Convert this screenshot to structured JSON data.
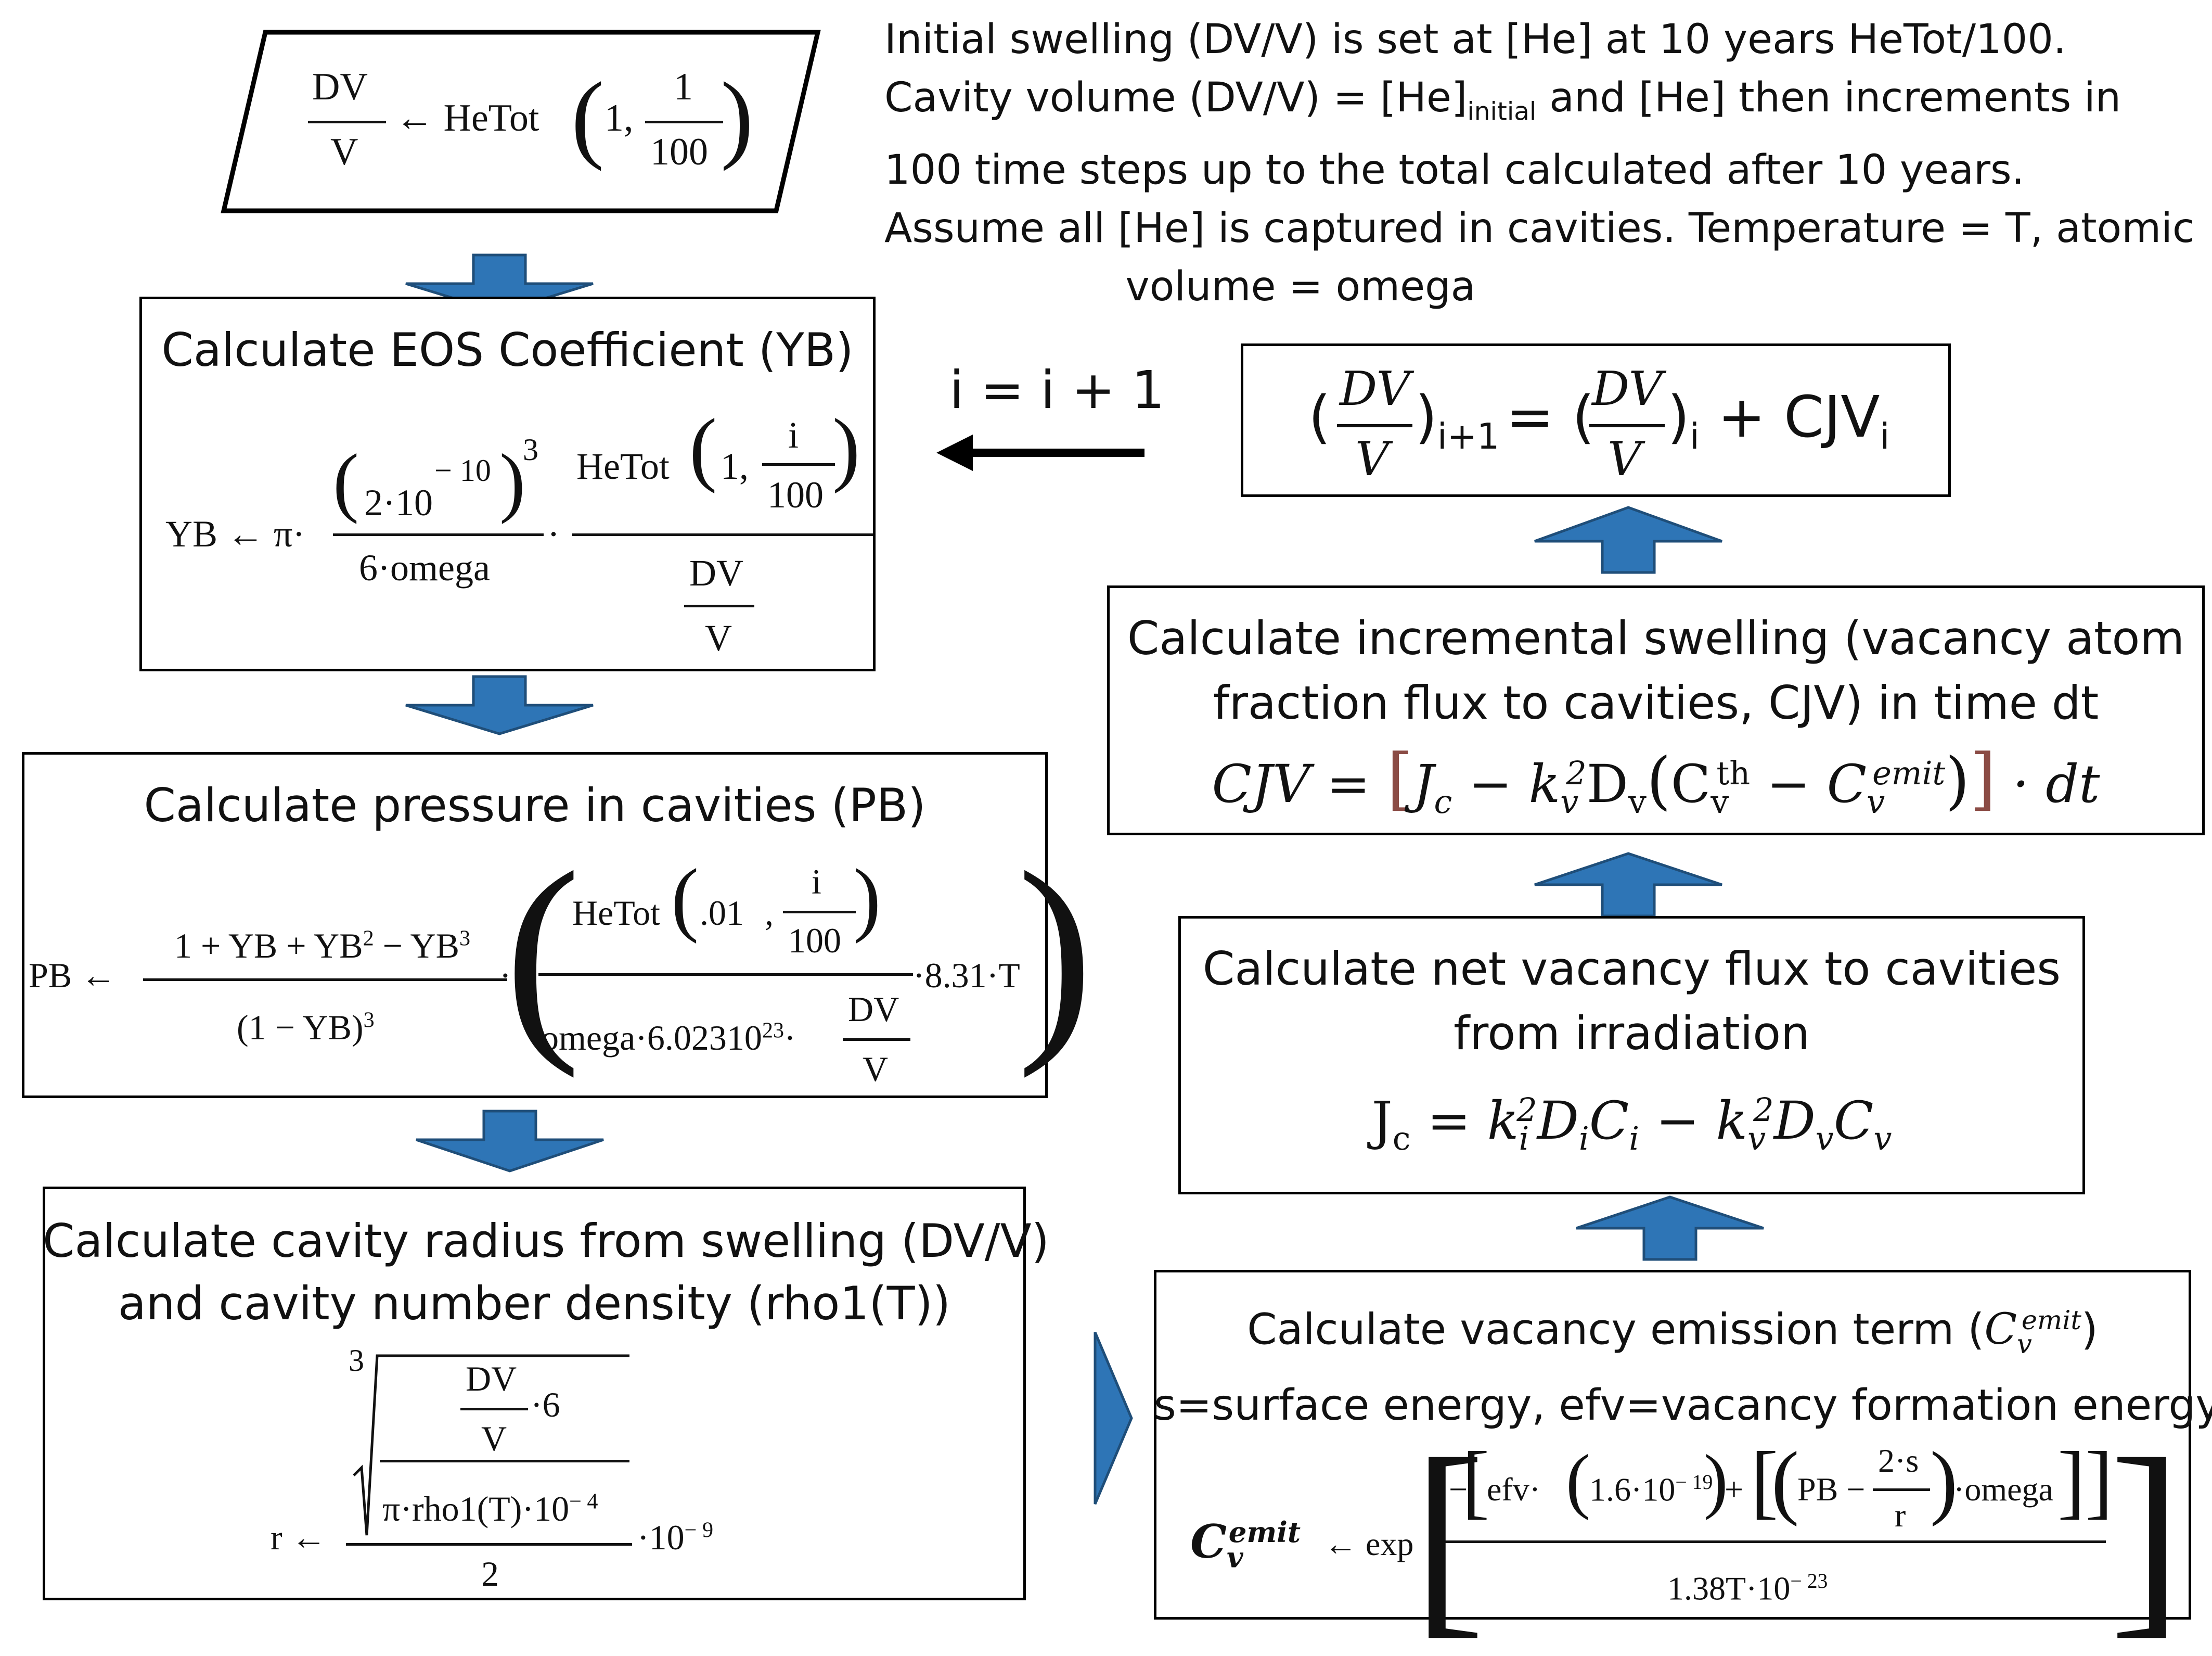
{
  "intro": {
    "line1": "Initial swelling (DV/V) is set at [He] at 10 years HeTot/100.",
    "line2a": "Cavity volume (DV/V) = [He]",
    "line2sub": "initial",
    "line2b": " and [He] then increments in",
    "line3": "100 time steps up to the total calculated after 10 years.",
    "line4": "Assume all [He] is captured in cavities. Temperature = T, atomic",
    "line5": "volume = omega"
  },
  "start_box": {
    "num": "DV",
    "den": "V",
    "arrow_fn": "← HeTot",
    "arg1": "1,",
    "arg_num": "1",
    "arg_den": "100"
  },
  "yb_box": {
    "title": "Calculate EOS Coefficient (YB)",
    "lhs": "YB ← π·",
    "num1": "2·10",
    "exp1": "− 10",
    "pow3": "3",
    "den1": "6·omega",
    "dot": "·",
    "fn": "HeTot",
    "arg1": "1,",
    "i": "i",
    "hundred": "100",
    "dv": "DV",
    "v": "V"
  },
  "pb_box": {
    "title": "Calculate pressure in cavities (PB)",
    "lhs": "PB ←",
    "num": "1 + YB + YB",
    "sq": "2",
    "num_tail": " − YB",
    "cube": "3",
    "den": "(1 − YB)",
    "den_pow": "3",
    "dot": "·",
    "fn": "HeTot",
    "arg1": ".01",
    "comma": ",",
    "i": "i",
    "hundred": "100",
    "den2": "omega·6.02310",
    "den2_exp": "23",
    "den2_dot": "·",
    "dv": "DV",
    "v": "V",
    "tail": "·8.31·T"
  },
  "r_box": {
    "title1": "Calculate cavity radius from swelling (DV/V)",
    "title2": "and cavity number density (rho1(T))",
    "root_index": "3",
    "dv": "DV",
    "v": "V",
    "six": "·6",
    "den": "π·rho1(T)·10",
    "den_exp": "− 4",
    "lhs": "r ←",
    "two": "2",
    "tail": "·10",
    "tail_exp": "− 9"
  },
  "emit_box": {
    "title1a": "Calculate vacancy emission term (",
    "title1_c": "C",
    "title1_sub": "v",
    "title1_sup": "emit",
    "title1b": ")",
    "title2": "s=surface energy, efv=vacancy formation energy",
    "lhs_c": "C",
    "lhs_sub": "v",
    "lhs_sup": "emit",
    "arrow_fn": "← exp",
    "minus": "−",
    "efv": "efv·",
    "efv_val": "1.6·10",
    "efv_exp": "− 19",
    "plus": "+",
    "pb": "PB −",
    "two_s": "2·s",
    "r": "r",
    "omega": "·omega",
    "den": "1.38T·10",
    "den_exp": "− 23"
  },
  "jc_box": {
    "title1": "Calculate net vacancy flux to cavities",
    "title2": "from irradiation",
    "formula_lhs": "J",
    "formula_lhs_sub": "c",
    "eq": " = ",
    "k": "k",
    "ki_sub": "i",
    "sq": "2",
    "di": "D",
    "di_sub": "i",
    "ci": "C",
    "ci_sub": "i",
    "minus": " −  ",
    "kv_sub": "v",
    "dv": "D",
    "dv_sub": "v",
    "cv": "C",
    "cv_sub": "v"
  },
  "cjv_box": {
    "title1": "Calculate incremental swelling (vacancy atom",
    "title2": "fraction flux to cavities, CJV) in time dt",
    "f_lhs": "CJV = ",
    "f_lb": "[",
    "f_j": "J",
    "f_jsub": "c",
    "f_minus": " − ",
    "f_k": "k",
    "f_ksub": "v",
    "f_ksup": "2",
    "f_d": "D",
    "f_dsub": "v",
    "f_lp": "(",
    "f_cth": "C",
    "f_cth_sub": "v",
    "f_cth_sup": "th",
    "f_minus2": " − ",
    "f_ce": "C",
    "f_ce_sub": "v",
    "f_ce_sup": "emit",
    "f_rp": ")",
    "f_rb": "]",
    "f_tail": " · dt",
    "bracket_color": "#8b4c45"
  },
  "update_box": {
    "lp": "(",
    "dv": "DV",
    "v": "V",
    "rp": ")",
    "sub1": "i+1",
    "eq": " = (",
    "rp2": ")",
    "sub2": "i",
    "plus": " + CJV",
    "sub3": "i"
  },
  "loop_label": "i = i + 1",
  "colors": {
    "arrow_fill": "#2e75b6",
    "arrow_stroke": "#1f4e79",
    "box_border": "#000000"
  }
}
